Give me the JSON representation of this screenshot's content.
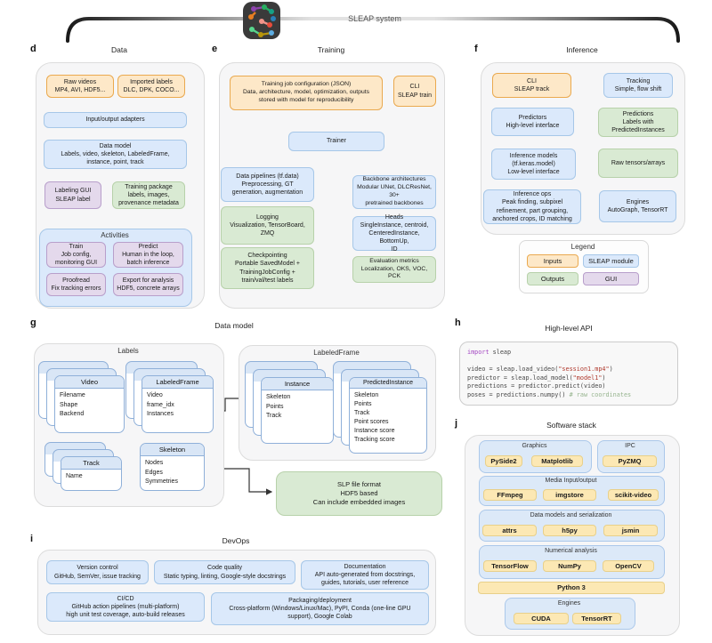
{
  "header": {
    "system_title": "SLEAP system"
  },
  "colors": {
    "inputs": "#fde8c8",
    "sleap_module": "#dbe9fb",
    "outputs": "#d9ead3",
    "gui": "#e4d9ec",
    "stack_item": "#fce8b4",
    "arrow": "#333333"
  },
  "panels": {
    "d": {
      "label": "d",
      "title": "Data",
      "raw_videos": "Raw videos\nMP4, AVI, HDF5...",
      "imported_labels": "Imported labels\nDLC, DPK, COCO...",
      "io_adapters": "Input/output adapters",
      "data_model": "Data model\nLabels, video, skeleton, LabeledFrame,\ninstance, point, track",
      "labeling_gui": "Labeling GUI\nSLEAP label",
      "training_package": "Training package\nlabels, images,\nprovenance metadata",
      "activities_title": "Activities",
      "train": "Train\nJob config,\nmonitoring GUI",
      "predict": "Predict\nHuman in the loop,\nbatch inference",
      "proofread": "Proofread\nFix tracking errors",
      "export": "Export for analysis\nHDF5, concrete arrays"
    },
    "e": {
      "label": "e",
      "title": "Training",
      "job_config": "Training job configuration (JSON)\nData, architecture, model, optimization, outputs\nstored with model for reproducibility",
      "cli": "CLI\nSLEAP train",
      "trainer": "Trainer",
      "data_pipelines": "Data pipelines (tf.data)\nPreprocessing, GT\ngeneration, augmentation",
      "logging": "Logging\nVisualization, TensorBoard,\nZMQ",
      "checkpointing": "Checkpointing\nPortable SavedModel +\nTrainingJobConfig +\ntrain/val/test labels",
      "backbones": "Backbone architectures\nModular UNet, DLCResNet, 30+\npretrained backbones",
      "heads": "Heads\nSingleInstance, centroid,\nCenteredInstance, BottomUp,\nID",
      "eval_metrics": "Evaluation metrics\nLocalization, OKS, VOC, PCK"
    },
    "f": {
      "label": "f",
      "title": "Inference",
      "cli": "CLI\nSLEAP track",
      "tracking": "Tracking\nSimple, flow shift",
      "predictors": "Predictors\nHigh-level interface",
      "predictions": "Predictions\nLabels with\nPredictedInstances",
      "inference_models": "Inference models\n(tf.keras.model)\nLow-level interface",
      "raw_tensors": "Raw tensors/arrays",
      "inference_ops": "Inference ops\nPeak finding, subpixel\nrefinement, part grouping,\nanchored crops, ID matching",
      "engines": "Engines\nAutoGraph, TensorRT"
    },
    "legend": {
      "title": "Legend",
      "inputs": "Inputs",
      "sleap_module": "SLEAP module",
      "outputs": "Outputs",
      "gui": "GUI"
    },
    "g": {
      "label": "g",
      "title": "Data model",
      "labels_container": "Labels",
      "lf_container": "LabeledFrame",
      "video_card": {
        "header": "Video",
        "attrs": "Filename\nShape\nBackend"
      },
      "labeledframe_card": {
        "header": "LabeledFrame",
        "attrs": "Video\nframe_idx\nInstances"
      },
      "track_card": {
        "header": "Track",
        "attrs": "Name"
      },
      "skeleton_card": {
        "header": "Skeleton",
        "attrs": "Nodes\nEdges\nSymmetries"
      },
      "instance_card": {
        "header": "Instance",
        "attrs": "Skeleton\nPoints\nTrack"
      },
      "predicted_card": {
        "header": "PredictedInstance",
        "attrs": "Skeleton\nPoints\nTrack\nPoint scores\nInstance score\nTracking score"
      },
      "slp": "SLP file format\nHDF5 based\nCan include embedded images"
    },
    "h": {
      "label": "h",
      "title": "High-level API",
      "code": {
        "l1_kw": "import",
        "l1_rest": " sleap",
        "l3a": "video = sleap.load_video(",
        "l3s": "\"session1.mp4\"",
        "l3b": ")",
        "l4a": "predictor = sleap.load_model(",
        "l4s": "\"model1\"",
        "l4b": ")",
        "l5": "predictions = predictor.predict(video)",
        "l6a": "poses = predictions.numpy() ",
        "l6c": "# raw coordinates"
      }
    },
    "i": {
      "label": "i",
      "title": "DevOps",
      "version_control": "Version control\nGitHub, SemVer, issue tracking",
      "code_quality": "Code quality\nStatic typing, linting, Google-style docstrings",
      "documentation": "Documentation\nAPI auto-generated from docstrings,\nguides, tutorials, user reference",
      "cicd": "CI/CD\nGitHub action pipelines (multi-platform)\nhigh unit test coverage, auto-build releases",
      "packaging": "Packaging/deployment\nCross-platform (Windows/Linux/Mac), PyPI, Conda (one-line GPU\nsupport), Google Colab"
    },
    "j": {
      "label": "j",
      "title": "Software stack",
      "graphics": {
        "title": "Graphics",
        "items": [
          "PySide2",
          "Matplotlib"
        ]
      },
      "ipc": {
        "title": "IPC",
        "items": [
          "PyZMQ"
        ]
      },
      "media": {
        "title": "Media Input/output",
        "items": [
          "FFmpeg",
          "imgstore",
          "scikit-video"
        ]
      },
      "data_serialization": {
        "title": "Data models and serialization",
        "items": [
          "attrs",
          "h5py",
          "jsmin"
        ]
      },
      "numerical": {
        "title": "Numerical analysis",
        "items": [
          "TensorFlow",
          "NumPy",
          "OpenCV"
        ]
      },
      "python": "Python 3",
      "engines": {
        "title": "Engines",
        "items": [
          "CUDA",
          "TensorRT"
        ]
      }
    }
  }
}
